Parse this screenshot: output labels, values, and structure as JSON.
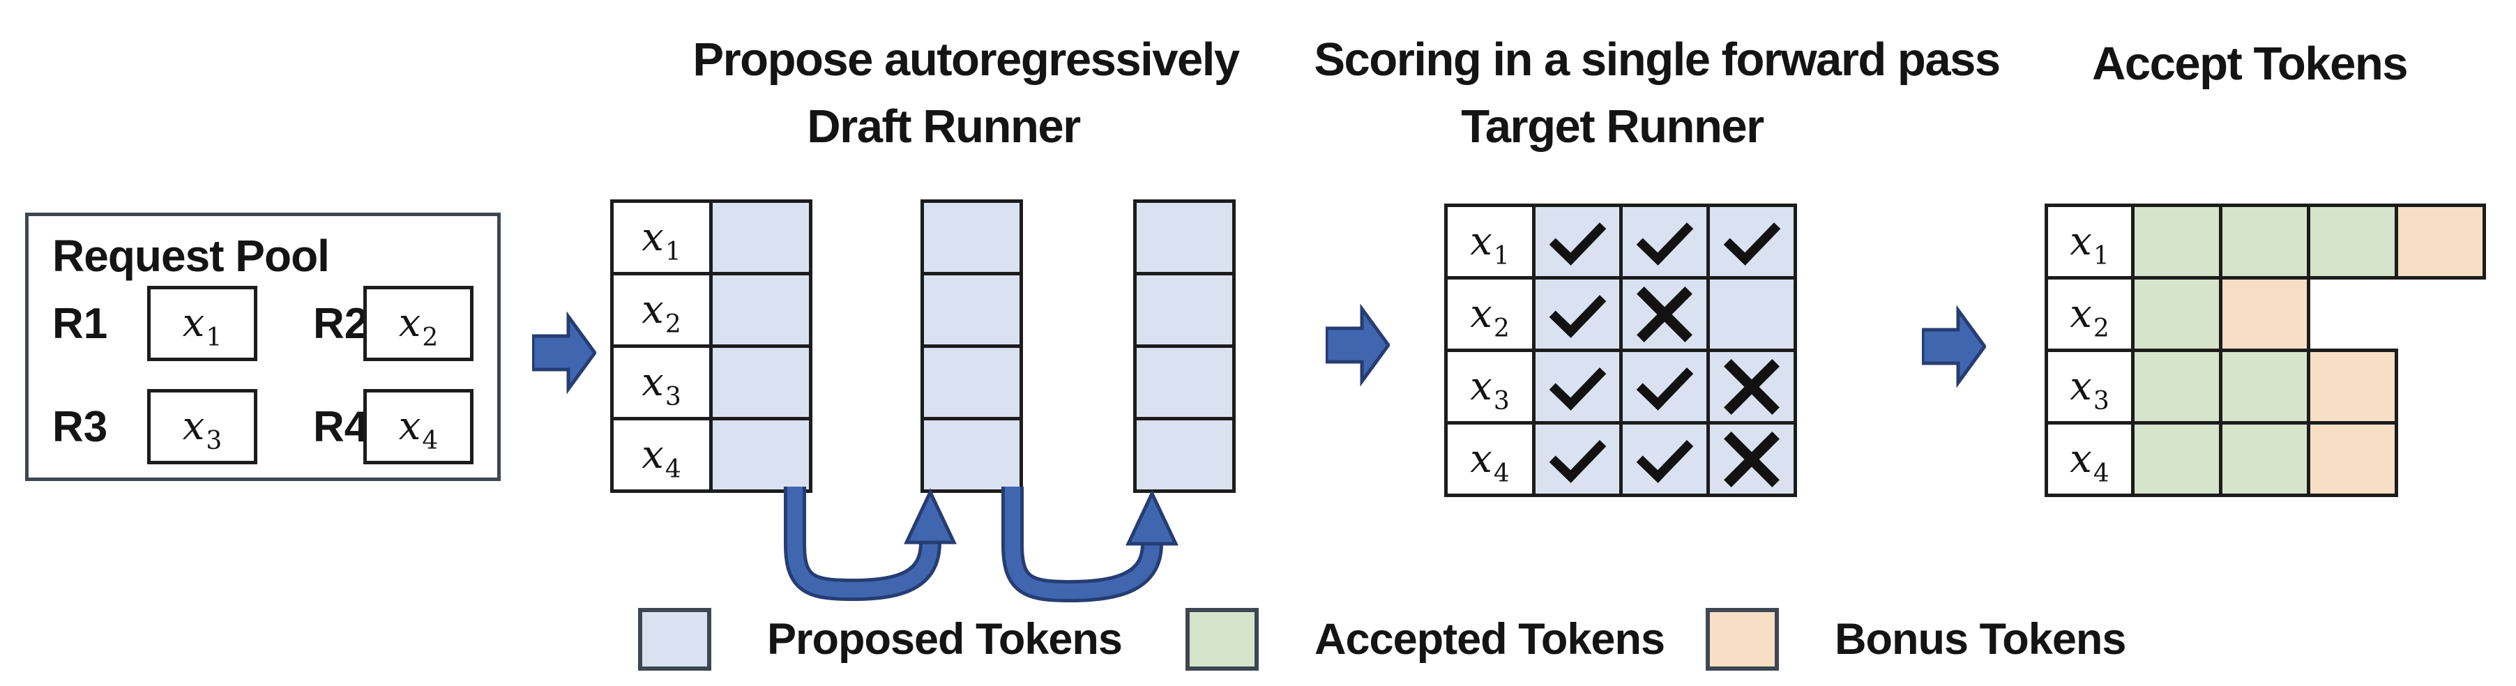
{
  "titles": {
    "propose": "Propose autoregressively",
    "draft_runner": "Draft Runner",
    "scoring": "Scoring in a single forward pass",
    "target_runner": "Target Runner",
    "accept": "Accept Tokens"
  },
  "request_pool": {
    "title": "Request Pool",
    "requests": [
      {
        "id": "R1",
        "token": {
          "base": "x",
          "sub": "1"
        }
      },
      {
        "id": "R2",
        "token": {
          "base": "x",
          "sub": "2"
        }
      },
      {
        "id": "R3",
        "token": {
          "base": "x",
          "sub": "3"
        }
      },
      {
        "id": "R4",
        "token": {
          "base": "x",
          "sub": "4"
        }
      }
    ]
  },
  "draft_runner": {
    "row_labels": [
      {
        "base": "x",
        "sub": "1"
      },
      {
        "base": "x",
        "sub": "2"
      },
      {
        "base": "x",
        "sub": "3"
      },
      {
        "base": "x",
        "sub": "4"
      }
    ],
    "proposal_steps": 3,
    "rows_per_step": 4
  },
  "target_runner": {
    "row_labels": [
      {
        "base": "x",
        "sub": "1"
      },
      {
        "base": "x",
        "sub": "2"
      },
      {
        "base": "x",
        "sub": "3"
      },
      {
        "base": "x",
        "sub": "4"
      }
    ],
    "score_matrix": [
      [
        "check",
        "check",
        "check"
      ],
      [
        "check",
        "cross",
        "blank"
      ],
      [
        "check",
        "check",
        "cross"
      ],
      [
        "check",
        "check",
        "cross"
      ]
    ]
  },
  "accept_tokens": {
    "row_labels": [
      {
        "base": "x",
        "sub": "1"
      },
      {
        "base": "x",
        "sub": "2"
      },
      {
        "base": "x",
        "sub": "3"
      },
      {
        "base": "x",
        "sub": "4"
      }
    ],
    "rows": [
      [
        "accepted",
        "accepted",
        "accepted",
        "bonus"
      ],
      [
        "accepted",
        "bonus"
      ],
      [
        "accepted",
        "accepted",
        "bonus"
      ],
      [
        "accepted",
        "accepted",
        "bonus"
      ]
    ]
  },
  "legend": [
    {
      "type": "proposed",
      "label": "Proposed Tokens"
    },
    {
      "type": "accepted",
      "label": "Accepted Tokens"
    },
    {
      "type": "bonus",
      "label": "Bonus Tokens"
    }
  ],
  "colors": {
    "proposed": "#dae2f1",
    "accepted": "#d6e4cc",
    "bonus": "#f6dfc4",
    "arrow": "#4166b0",
    "arrow_border": "#263d73",
    "grid_border": "#1c1c1c"
  }
}
